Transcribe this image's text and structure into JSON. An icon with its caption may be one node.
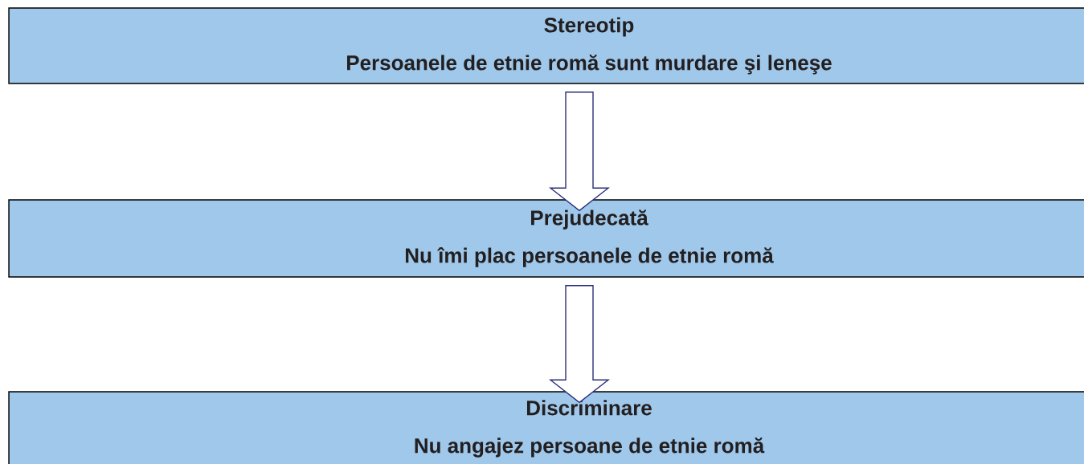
{
  "diagram": {
    "nodes": [
      {
        "text": [
          "Stereotip",
          "Persoanele de etnie romă sunt murdare şi leneşe"
        ]
      },
      {
        "text": [
          "Prejudecată",
          "Nu îmi plac persoanele de etnie romă"
        ]
      },
      {
        "text": [
          "Discriminare",
          "Nu angajez persoane de etnie romă"
        ]
      }
    ],
    "edges": [
      {
        "from": 0,
        "to": 1,
        "arrow": "to"
      },
      {
        "from": 1,
        "to": 2,
        "arrow": "to"
      }
    ]
  }
}
